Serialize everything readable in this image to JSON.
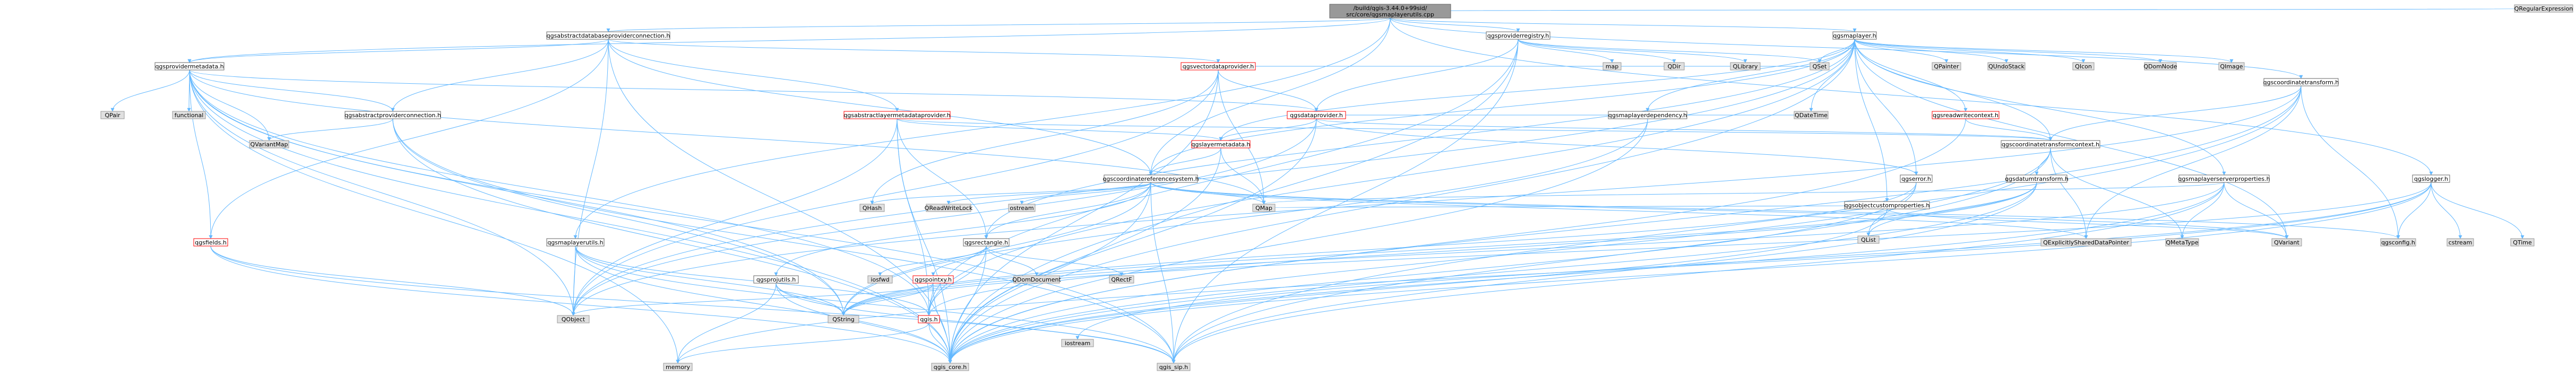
{
  "colors": {
    "root_fill": "#999999",
    "node_fill": "#ffffff",
    "node_stroke": "#666666",
    "external_fill": "#e0e0e0",
    "external_stroke": "#999999",
    "red_stroke": "#ff0000",
    "edge": "#63b8ff"
  },
  "nodes": [
    {
      "id": "root",
      "label": "/build/qgis-3.44.0+99sid/src/core/qgsmaplayerutils.cpp",
      "kind": "root"
    },
    {
      "id": "qgsabstractdatabaseproviderconnection",
      "label": "qgsabstractdatabaseproviderconnection.h",
      "kind": "normal"
    },
    {
      "id": "qgsproviderregistry",
      "label": "qgsproviderregistry.h",
      "kind": "normal"
    },
    {
      "id": "qgsmaplayer",
      "label": "qgsmaplayer.h",
      "kind": "normal"
    },
    {
      "id": "qgscoordinatetransform",
      "label": "qgscoordinatetransform.h",
      "kind": "normal"
    },
    {
      "id": "qregularexpression",
      "label": "QRegularExpression",
      "kind": "external"
    },
    {
      "id": "qgsprovidermetadata",
      "label": "qgsprovidermetadata.h",
      "kind": "normal"
    },
    {
      "id": "qgsvectordataprovider",
      "label": "qgsvectordataprovider.h",
      "kind": "red"
    },
    {
      "id": "qgsabstractlayermetadataprovider",
      "label": "qgsabstractlayermetadataprovider.h",
      "kind": "red"
    },
    {
      "id": "qgsabstractproviderconnection",
      "label": "qgsabstractproviderconnection.h",
      "kind": "normal"
    },
    {
      "id": "qgsdataprovider",
      "label": "qgsdataprovider.h",
      "kind": "red"
    },
    {
      "id": "qgsmaplayerdependency",
      "label": "qgsmaplayerdependency.h",
      "kind": "normal"
    },
    {
      "id": "qgsreadwritecontext",
      "label": "qgsreadwritecontext.h",
      "kind": "red"
    },
    {
      "id": "qgscoordinatetransformcontext",
      "label": "qgscoordinatetransformcontext.h",
      "kind": "normal"
    },
    {
      "id": "qgslayermetadata",
      "label": "qgslayermetadata.h",
      "kind": "red"
    },
    {
      "id": "qgscoordinatereferencesystem",
      "label": "qgscoordinatereferencesystem.h",
      "kind": "normal"
    },
    {
      "id": "qgserror",
      "label": "qgserror.h",
      "kind": "normal"
    },
    {
      "id": "qgsdatumtransform",
      "label": "qgsdatumtransform.h",
      "kind": "normal"
    },
    {
      "id": "qgsobjectcustomproperties",
      "label": "qgsobjectcustomproperties.h",
      "kind": "normal"
    },
    {
      "id": "qgsmaplayerserverproperties",
      "label": "qgsmaplayerserverproperties.h",
      "kind": "normal"
    },
    {
      "id": "qgslogger",
      "label": "qgslogger.h",
      "kind": "normal"
    },
    {
      "id": "qgsmaplayerutils",
      "label": "qgsmaplayerutils.h",
      "kind": "normal"
    },
    {
      "id": "qgsfields",
      "label": "qgsfields.h",
      "kind": "red"
    },
    {
      "id": "qgsrectangle",
      "label": "qgsrectangle.h",
      "kind": "normal"
    },
    {
      "id": "qgspointxy",
      "label": "qgspointxy.h",
      "kind": "red"
    },
    {
      "id": "qgsprojutils",
      "label": "qgsprojutils.h",
      "kind": "normal"
    },
    {
      "id": "qgis",
      "label": "qgis.h",
      "kind": "red"
    },
    {
      "id": "qgsconfig",
      "label": "qgsconfig.h",
      "kind": "external"
    },
    {
      "id": "qgis_core",
      "label": "qgis_core.h",
      "kind": "external"
    },
    {
      "id": "qgis_sip",
      "label": "qgis_sip.h",
      "kind": "external"
    },
    {
      "id": "memory",
      "label": "memory",
      "kind": "external"
    },
    {
      "id": "qobject",
      "label": "QObject",
      "kind": "external"
    },
    {
      "id": "qstring",
      "label": "QString",
      "kind": "external"
    },
    {
      "id": "iostream",
      "label": "iostream",
      "kind": "external"
    },
    {
      "id": "qpair",
      "label": "QPair",
      "kind": "external"
    },
    {
      "id": "functional",
      "label": "functional",
      "kind": "external"
    },
    {
      "id": "qvariantmap",
      "label": "QVariantMap",
      "kind": "external"
    },
    {
      "id": "map",
      "label": "map",
      "kind": "external"
    },
    {
      "id": "qdir",
      "label": "QDir",
      "kind": "external"
    },
    {
      "id": "qlibrary",
      "label": "QLibrary",
      "kind": "external"
    },
    {
      "id": "qset",
      "label": "QSet",
      "kind": "external"
    },
    {
      "id": "qdatetime",
      "label": "QDateTime",
      "kind": "external"
    },
    {
      "id": "qpainter",
      "label": "QPainter",
      "kind": "external"
    },
    {
      "id": "qundostack",
      "label": "QUndoStack",
      "kind": "external"
    },
    {
      "id": "qicon",
      "label": "QIcon",
      "kind": "external"
    },
    {
      "id": "qdomnode",
      "label": "QDomNode",
      "kind": "external"
    },
    {
      "id": "qimage",
      "label": "QImage",
      "kind": "external"
    },
    {
      "id": "qhash",
      "label": "QHash",
      "kind": "external"
    },
    {
      "id": "qreadwritelock",
      "label": "QReadWriteLock",
      "kind": "external"
    },
    {
      "id": "ostream",
      "label": "ostream",
      "kind": "external"
    },
    {
      "id": "qmap",
      "label": "QMap",
      "kind": "external"
    },
    {
      "id": "qlist",
      "label": "QList",
      "kind": "external"
    },
    {
      "id": "qexplicitlyshareddatapointer",
      "label": "QExplicitlySharedDataPointer",
      "kind": "external"
    },
    {
      "id": "qvariant",
      "label": "QVariant",
      "kind": "external"
    },
    {
      "id": "qmetatype",
      "label": "QMetaType",
      "kind": "external"
    },
    {
      "id": "cstream",
      "label": "cstream",
      "kind": "external"
    },
    {
      "id": "qtime",
      "label": "QTime",
      "kind": "external"
    },
    {
      "id": "iosfwd",
      "label": "iosfwd",
      "kind": "external"
    },
    {
      "id": "qdomdocument",
      "label": "QDomDocument",
      "kind": "external"
    },
    {
      "id": "qrectf",
      "label": "QRectF",
      "kind": "external"
    }
  ],
  "edges": [
    [
      "root",
      "qgsabstractdatabaseproviderconnection"
    ],
    [
      "root",
      "qgsproviderregistry"
    ],
    [
      "root",
      "qgsmaplayer"
    ],
    [
      "root",
      "qgscoordinatetransform"
    ],
    [
      "root",
      "qregularexpression"
    ],
    [
      "root",
      "qgsmaplayerutils"
    ],
    [
      "root",
      "qgslogger"
    ],
    [
      "root",
      "qgsprovidermetadata"
    ],
    [
      "root",
      "qgscoordinatereferencesystem"
    ],
    [
      "qgsabstractdatabaseproviderconnection",
      "qgsprovidermetadata"
    ],
    [
      "qgsabstractdatabaseproviderconnection",
      "qgsvectordataprovider"
    ],
    [
      "qgsabstractdatabaseproviderconnection",
      "qgsabstractlayermetadataprovider"
    ],
    [
      "qgsabstractdatabaseproviderconnection",
      "qgsabstractproviderconnection"
    ],
    [
      "qgsabstractdatabaseproviderconnection",
      "qgsfields"
    ],
    [
      "qgsabstractdatabaseproviderconnection",
      "qgis_core"
    ],
    [
      "qgsabstractdatabaseproviderconnection",
      "qobject"
    ],
    [
      "qgsabstractdatabaseproviderconnection",
      "qgscoordinatereferencesystem"
    ],
    [
      "qgsprovidermetadata",
      "qpair"
    ],
    [
      "qgsprovidermetadata",
      "functional"
    ],
    [
      "qgsprovidermetadata",
      "qvariantmap"
    ],
    [
      "qgsprovidermetadata",
      "qgsabstractproviderconnection"
    ],
    [
      "qgsprovidermetadata",
      "qgsdataprovider"
    ],
    [
      "qgsprovidermetadata",
      "qgsfields"
    ],
    [
      "qgsprovidermetadata",
      "qgis_core"
    ],
    [
      "qgsprovidermetadata",
      "memory"
    ],
    [
      "qgsprovidermetadata",
      "qobject"
    ],
    [
      "qgsprovidermetadata",
      "qgis_sip"
    ],
    [
      "qgsprovidermetadata",
      "qgis"
    ],
    [
      "qgsprovidermetadata",
      "qmap"
    ],
    [
      "qgsprovidermetadata",
      "qstring"
    ],
    [
      "qgsvectordataprovider",
      "qgsdataprovider"
    ],
    [
      "qgsvectordataprovider",
      "qhash"
    ],
    [
      "qgsvectordataprovider",
      "qset"
    ],
    [
      "qgsvectordataprovider",
      "qgis_core"
    ],
    [
      "qgsvectordataprovider",
      "qobject"
    ],
    [
      "qgsvectordataprovider",
      "qmap"
    ],
    [
      "qgsabstractlayermetadataprovider",
      "qgslayermetadata"
    ],
    [
      "qgsabstractlayermetadataprovider",
      "qgscoordinatetransformcontext"
    ],
    [
      "qgsabstractlayermetadataprovider",
      "qgis_core"
    ],
    [
      "qgsabstractlayermetadataprovider",
      "qgis"
    ],
    [
      "qgsabstractlayermetadataprovider",
      "qgsrectangle"
    ],
    [
      "qgsabstractlayermetadataprovider",
      "qobject"
    ],
    [
      "qgsabstractproviderconnection",
      "qvariantmap"
    ],
    [
      "qgsabstractproviderconnection",
      "qgis_core"
    ],
    [
      "qgsabstractproviderconnection",
      "qgis_sip"
    ],
    [
      "qgsabstractproviderconnection",
      "qstring"
    ],
    [
      "qgsproviderregistry",
      "map"
    ],
    [
      "qgsproviderregistry",
      "qdir"
    ],
    [
      "qgsproviderregistry",
      "qlibrary"
    ],
    [
      "qgsproviderregistry",
      "qset"
    ],
    [
      "qgsproviderregistry",
      "qgsdataprovider"
    ],
    [
      "qgsproviderregistry",
      "qgis_core"
    ],
    [
      "qgsproviderregistry",
      "qgis_sip"
    ],
    [
      "qgsproviderregistry",
      "qgis"
    ],
    [
      "qgsdataprovider",
      "qdatetime"
    ],
    [
      "qgsdataprovider",
      "qgslayermetadata"
    ],
    [
      "qgsdataprovider",
      "qgserror"
    ],
    [
      "qgsdataprovider",
      "qgscoordinatetransformcontext"
    ],
    [
      "qgsdataprovider",
      "qgis_core"
    ],
    [
      "qgsdataprovider",
      "qobject"
    ],
    [
      "qgsmaplayer",
      "qpainter"
    ],
    [
      "qgsmaplayer",
      "qundostack"
    ],
    [
      "qgsmaplayer",
      "qicon"
    ],
    [
      "qgsmaplayer",
      "qdomnode"
    ],
    [
      "qgsmaplayer",
      "qimage"
    ],
    [
      "qgsmaplayer",
      "qset"
    ],
    [
      "qgsmaplayer",
      "qdatetime"
    ],
    [
      "qgsmaplayer",
      "qgsmaplayerdependency"
    ],
    [
      "qgsmaplayer",
      "qgsreadwritecontext"
    ],
    [
      "qgsmaplayer",
      "qgscoordinatetransformcontext"
    ],
    [
      "qgsmaplayer",
      "qgslayermetadata"
    ],
    [
      "qgsmaplayer",
      "qgscoordinatereferencesystem"
    ],
    [
      "qgsmaplayer",
      "qgserror"
    ],
    [
      "qgsmaplayer",
      "qgsobjectcustomproperties"
    ],
    [
      "qgsmaplayer",
      "qgsmaplayerserverproperties"
    ],
    [
      "qgsmaplayer",
      "qgis_core"
    ],
    [
      "qgsmaplayer",
      "qobject"
    ],
    [
      "qgsmaplayer",
      "qgis"
    ],
    [
      "qgsmaplayer",
      "qgsrectangle"
    ],
    [
      "qgsmaplayer",
      "qvariant"
    ],
    [
      "qgsmaplayerdependency",
      "qgis_core"
    ],
    [
      "qgsmaplayerdependency",
      "qstring"
    ],
    [
      "qgsreadwritecontext",
      "qgscoordinatetransformcontext"
    ],
    [
      "qgsreadwritecontext",
      "qgis_core"
    ],
    [
      "qgscoordinatetransformcontext",
      "qgis_core"
    ],
    [
      "qgscoordinatetransformcontext",
      "qgis_sip"
    ],
    [
      "qgscoordinatetransformcontext",
      "qgsdatumtransform"
    ],
    [
      "qgscoordinatetransformcontext",
      "qexplicitlyshareddatapointer"
    ],
    [
      "qgscoordinatetransformcontext",
      "qmetatype"
    ],
    [
      "qgslayermetadata",
      "qgscoordinatereferencesystem"
    ],
    [
      "qgslayermetadata",
      "qgis_core"
    ],
    [
      "qgslayermetadata",
      "qmap"
    ],
    [
      "qgscoordinatereferencesystem",
      "qhash"
    ],
    [
      "qgscoordinatereferencesystem",
      "qreadwritelock"
    ],
    [
      "qgscoordinatereferencesystem",
      "ostream"
    ],
    [
      "qgscoordinatereferencesystem",
      "qgsrectangle"
    ],
    [
      "qgscoordinatereferencesystem",
      "qgis_core"
    ],
    [
      "qgscoordinatereferencesystem",
      "qgis_sip"
    ],
    [
      "qgscoordinatereferencesystem",
      "qgsconfig"
    ],
    [
      "qgscoordinatereferencesystem",
      "qgsprojutils"
    ],
    [
      "qgscoordinatereferencesystem",
      "qexplicitlyshareddatapointer"
    ],
    [
      "qgscoordinatereferencesystem",
      "qmap"
    ],
    [
      "qgscoordinatereferencesystem",
      "qvariant"
    ],
    [
      "qgscoordinatereferencesystem",
      "qstring"
    ],
    [
      "qgserror",
      "qlist"
    ],
    [
      "qgserror",
      "qstring"
    ],
    [
      "qgserror",
      "qgis_core"
    ],
    [
      "qgsdatumtransform",
      "qgis_core"
    ],
    [
      "qgsdatumtransform",
      "qgis_sip"
    ],
    [
      "qgsdatumtransform",
      "qlist"
    ],
    [
      "qgsdatumtransform",
      "qstring"
    ],
    [
      "qgsdatumtransform",
      "qgis"
    ],
    [
      "qgsobjectcustomproperties",
      "qgis_core"
    ],
    [
      "qgsobjectcustomproperties",
      "qmap"
    ],
    [
      "qgsobjectcustomproperties",
      "qvariant"
    ],
    [
      "qgsmaplayerserverproperties",
      "qgis_core"
    ],
    [
      "qgsmaplayerserverproperties",
      "qgis_sip"
    ],
    [
      "qgsmaplayerserverproperties",
      "qmap"
    ],
    [
      "qgsmaplayerserverproperties",
      "qmetatype"
    ],
    [
      "qgsmaplayerserverproperties",
      "qvariant"
    ],
    [
      "qgsmaplayerserverproperties",
      "qstring"
    ],
    [
      "qgscoordinatetransform",
      "qgscoordinatetransformcontext"
    ],
    [
      "qgscoordinatetransform",
      "qgis_core"
    ],
    [
      "qgscoordinatetransform",
      "qgis_sip"
    ],
    [
      "qgscoordinatetransform",
      "qgsconfig"
    ],
    [
      "qgscoordinatetransform",
      "qexplicitlyshareddatapointer"
    ],
    [
      "qgscoordinatetransform",
      "qobject"
    ],
    [
      "qgslogger",
      "cstream"
    ],
    [
      "qgslogger",
      "qtime"
    ],
    [
      "qgslogger",
      "qgsconfig"
    ],
    [
      "qgslogger",
      "qgis_core"
    ],
    [
      "qgslogger",
      "qstring"
    ],
    [
      "qgslogger",
      "iostream"
    ],
    [
      "qgslogger",
      "memory"
    ],
    [
      "qgsmaplayerutils",
      "qgis_core"
    ],
    [
      "qgsmaplayerutils",
      "qgis_sip"
    ],
    [
      "qgsmaplayerutils",
      "qobject"
    ],
    [
      "qgsmaplayerutils",
      "qstring"
    ],
    [
      "qgsmaplayerutils",
      "qgis"
    ],
    [
      "qgsfields",
      "qgis_core"
    ],
    [
      "qgsfields",
      "qgis_sip"
    ],
    [
      "qgsfields",
      "qobject"
    ],
    [
      "qgsrectangle",
      "qgis_core"
    ],
    [
      "qgsrectangle",
      "qgis"
    ],
    [
      "qgsrectangle",
      "iosfwd"
    ],
    [
      "qgsrectangle",
      "qdomdocument"
    ],
    [
      "qgsrectangle",
      "qrectf"
    ],
    [
      "qgsrectangle",
      "qgspointxy"
    ],
    [
      "qgspointxy",
      "qgis_core"
    ],
    [
      "qgspointxy",
      "qgis"
    ],
    [
      "qgspointxy",
      "qstring"
    ],
    [
      "qgspointxy",
      "qobject"
    ],
    [
      "qgsprojutils",
      "qgis_core"
    ],
    [
      "qgsprojutils",
      "qgis_sip"
    ],
    [
      "qgsprojutils",
      "qstring"
    ],
    [
      "qgsprojutils",
      "memory"
    ],
    [
      "qgis",
      "qgis_core"
    ],
    [
      "qgis",
      "memory"
    ]
  ]
}
